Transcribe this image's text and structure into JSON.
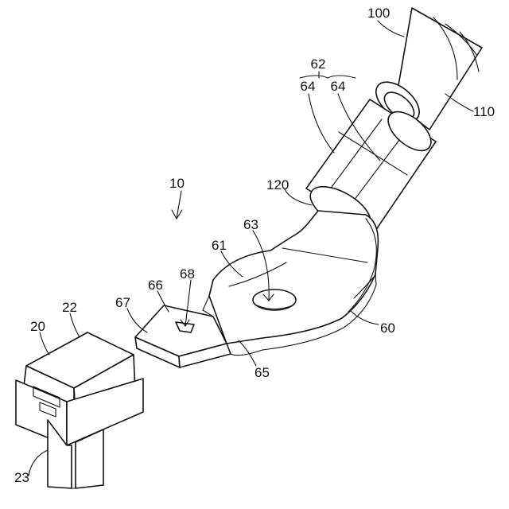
{
  "labels": {
    "l100": "100",
    "l110": "110",
    "l62": "62",
    "l64a": "64",
    "l64b": "64",
    "l120": "120",
    "l10": "10",
    "l63": "63",
    "l61": "61",
    "l66": "66",
    "l68": "68",
    "l67": "67",
    "l65": "65",
    "l60": "60",
    "l20": "20",
    "l22": "22",
    "l23": "23"
  }
}
